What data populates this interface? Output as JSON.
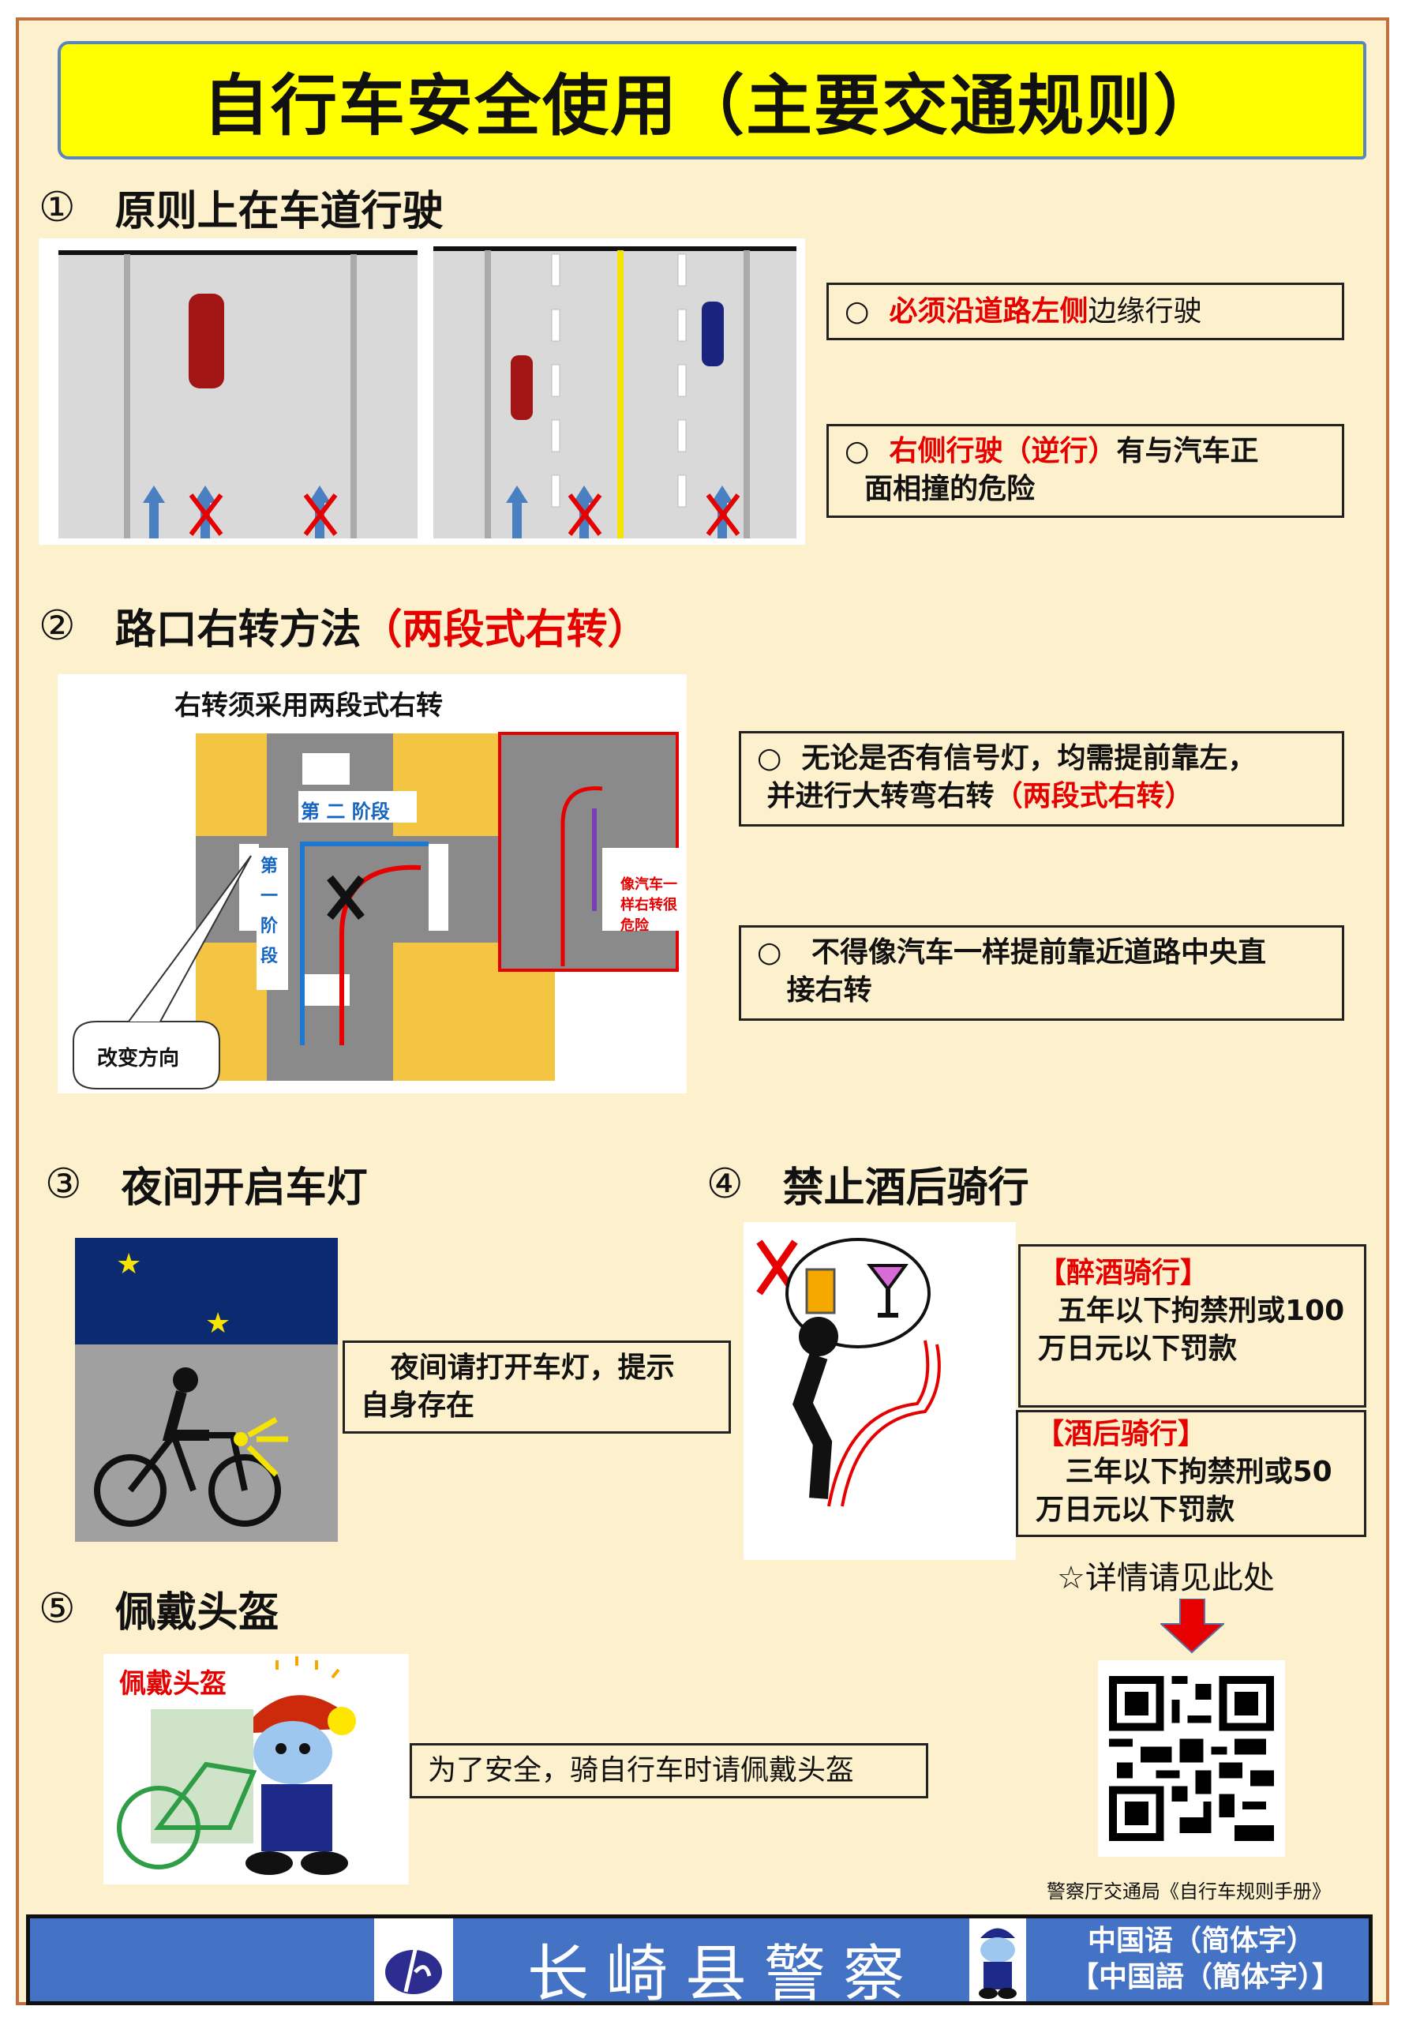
{
  "title": "自行车安全使用（主要交通规则）",
  "s1": {
    "num": "①",
    "title": "原则上在车道行驶",
    "box1": {
      "bullet": "○",
      "red": "必须沿道路左侧",
      "rest": "边缘行驶"
    },
    "box2": {
      "bullet": "○",
      "red": "右侧行驶（逆行）",
      "rest": "有与汽车正",
      "line2": "面相撞的危险"
    }
  },
  "s2": {
    "num": "②",
    "title": "路口右转方法",
    "title_red": "（两段式右转）",
    "img_caption": "右转须采用两段式右转",
    "stage2": "第 二 阶段",
    "stage1": "第一阶段",
    "change_dir": "改变方向",
    "danger": "像汽车一样右转很危险",
    "box1": {
      "bullet": "○",
      "line1": "无论是否有信号灯，均需提前靠左，",
      "line2a": "并进行大转弯右转",
      "line2b": "（两段式右转）"
    },
    "box2": {
      "bullet": "○",
      "line1": "不得像汽车一样提前靠近道路中央直",
      "line2": "接右转"
    }
  },
  "s3": {
    "num": "③",
    "title": "夜间开启车灯",
    "box_l1": "夜间请打开车灯，提示",
    "box_l2": "自身存在"
  },
  "s4": {
    "num": "④",
    "title": "禁止酒后骑行",
    "drunk": {
      "label": "【醉酒骑行】",
      "l1": "五年以下拘禁刑或100",
      "l2": "万日元以下罚款"
    },
    "after": {
      "label": "【酒后骑行】",
      "l1": "三年以下拘禁刑或50",
      "l2": "万日元以下罚款"
    },
    "more": "☆详情请见此处",
    "caption": "警察厅交通局《自行车规则手册》"
  },
  "s5": {
    "num": "⑤",
    "title": "佩戴头盔",
    "img_label": "佩戴头盔",
    "box": "为了安全，骑自行车时请佩戴头盔"
  },
  "footer": {
    "org": "长崎县警察",
    "lang1": "中国语（简体字）",
    "lang2": "【中国語（簡体字）】"
  },
  "colors": {
    "bg": "#fdf0cc",
    "banner": "#ffff00",
    "footer": "#4472c4",
    "red": "#e60000"
  }
}
